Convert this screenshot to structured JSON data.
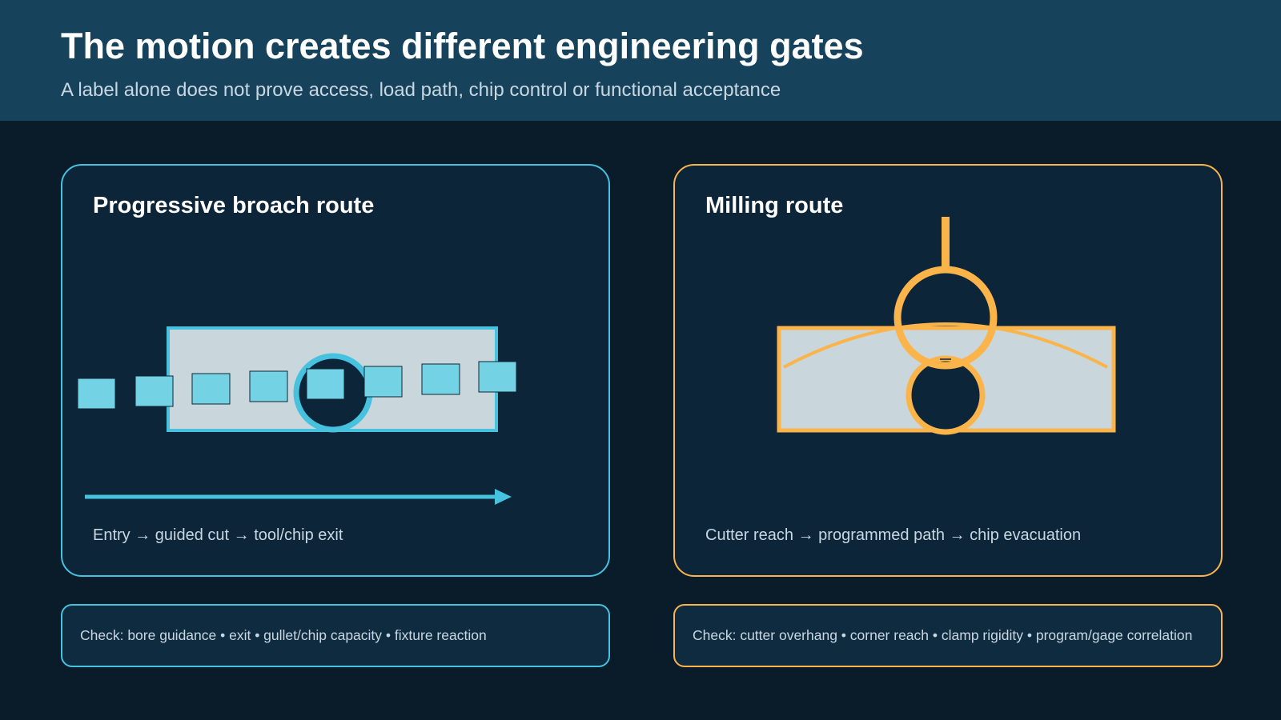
{
  "header": {
    "title": "The motion creates different engineering gates",
    "subtitle": "A label alone does not prove access, load path, chip control or functional acceptance"
  },
  "panels": [
    {
      "title": "Progressive broach route",
      "caption": "Entry → guided cut → tool/chip exit",
      "accent": "#46c2de"
    },
    {
      "title": "Milling route",
      "caption": "Cutter reach → programmed path → chip evacuation",
      "accent": "#fbb44a"
    }
  ],
  "checks": [
    "Check: bore guidance • exit • gullet/chip capacity • fixture reaction",
    "Check: cutter overhang • corner reach • clamp rigidity • program/gage correlation"
  ],
  "colors": {
    "background": "#0a1b29",
    "header": "#16435b",
    "panel": "#0c2538",
    "workpiece": "#c9d6dc",
    "broach_teeth": "#74d2e5",
    "broach_accent": "#46c2de",
    "milling_accent": "#fbb44a"
  }
}
